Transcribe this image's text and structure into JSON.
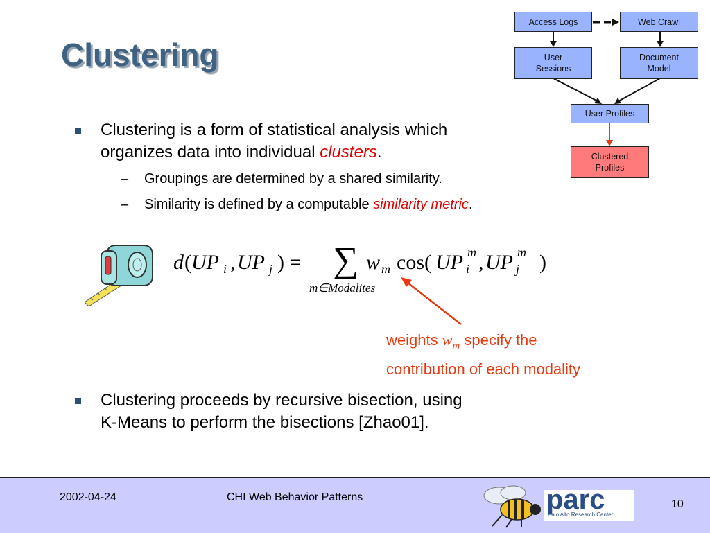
{
  "slide": {
    "title": "Clustering",
    "bullet1": {
      "line1": "Clustering is a form of statistical analysis which",
      "line2": "organizes data into individual ",
      "emphasis": "clusters",
      "end": "."
    },
    "sub1": "Groupings are determined by a shared similarity.",
    "sub2": {
      "text": "Similarity is defined by a computable ",
      "emphasis": "similarity metric",
      "end": "."
    },
    "dash": "–",
    "formula": {
      "d": "d",
      "open": "(",
      "up": "UP",
      "sub_i": "i",
      "comma": ",",
      "sub_j": "j",
      "close_eq": ") =",
      "sum": "∑",
      "w": "w",
      "sub_m": "m",
      "cos": "cos(",
      "sup_m": "m",
      "close": ")",
      "range": "m∈Modalites"
    },
    "note": {
      "pre": "weights ",
      "w": "w",
      "wsub": "m",
      "post": " specify the",
      "line2": "contribution of each modality"
    },
    "bullet2": {
      "line1": "Clustering proceeds by recursive bisection, using",
      "line2": "K-Means to perform the bisections [Zhao01]."
    }
  },
  "flowchart": {
    "access_logs": "Access Logs",
    "web_crawl": "Web Crawl",
    "user_sessions_1": "User",
    "user_sessions_2": "Sessions",
    "document_model_1": "Document",
    "document_model_2": "Model",
    "user_profiles": "User Profiles",
    "clustered_1": "Clustered",
    "clustered_2": "Profiles"
  },
  "footer": {
    "date": "2002-04-24",
    "title": "CHI Web Behavior Patterns",
    "logo_word": "parc",
    "logo_sub": "Palo Alto Research Center",
    "page": "10"
  },
  "icons": {
    "measure": "tape-measure-icon",
    "logo": "parc-bee-logo"
  },
  "colors": {
    "title": "#3f6283",
    "box_blue": "#99b3ff",
    "box_red": "#ff7a7a",
    "emphasis": "#e00000",
    "note": "#e8380f",
    "footer_bg": "#ccccff"
  }
}
